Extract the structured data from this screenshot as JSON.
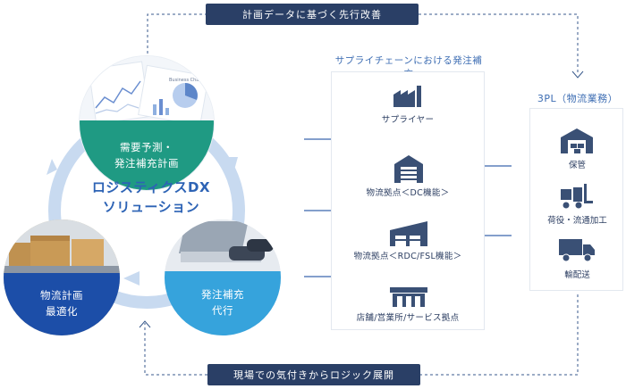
{
  "feedback": {
    "top": "計画データに基づく先行改善",
    "bottom": "現場での気付きからロジック展開"
  },
  "cycle": {
    "center_title_line1": "ロジスティクスDX",
    "center_title_line2": "ソリューション",
    "demand_line1": "需要予測・",
    "demand_line2": "発注補充計画",
    "purchase_line1": "発注補充",
    "purchase_line2": "代行",
    "logistics_line1": "物流計画",
    "logistics_line2": "最適化",
    "report_caption": "Business Chart"
  },
  "supply_chain": {
    "title": "サプライチェーンにおける発注補充",
    "nodes": [
      {
        "label": "サプライヤー",
        "icon": "factory-icon"
      },
      {
        "label": "物流拠点＜DC機能＞",
        "icon": "warehouse-icon"
      },
      {
        "label": "物流拠点＜RDC/FSL機能＞",
        "icon": "distribution-center-icon"
      },
      {
        "label": "店舗/営業所/サービス拠点",
        "icon": "store-icon"
      }
    ]
  },
  "third_party_logistics": {
    "title": "3PL（物流業務）",
    "items": [
      {
        "label": "保管",
        "icon": "storage-warehouse-icon"
      },
      {
        "label": "荷役・流通加工",
        "icon": "forklift-icon"
      },
      {
        "label": "輸配送",
        "icon": "delivery-truck-icon"
      }
    ]
  },
  "colors": {
    "navy": "#2a3f66",
    "teal": "#1f9a83",
    "deep_blue": "#1c4ea8",
    "sky": "#36a3dc",
    "icon": "#3a5075",
    "text_blue": "#3d6db3",
    "ring": "#c8daf0"
  }
}
